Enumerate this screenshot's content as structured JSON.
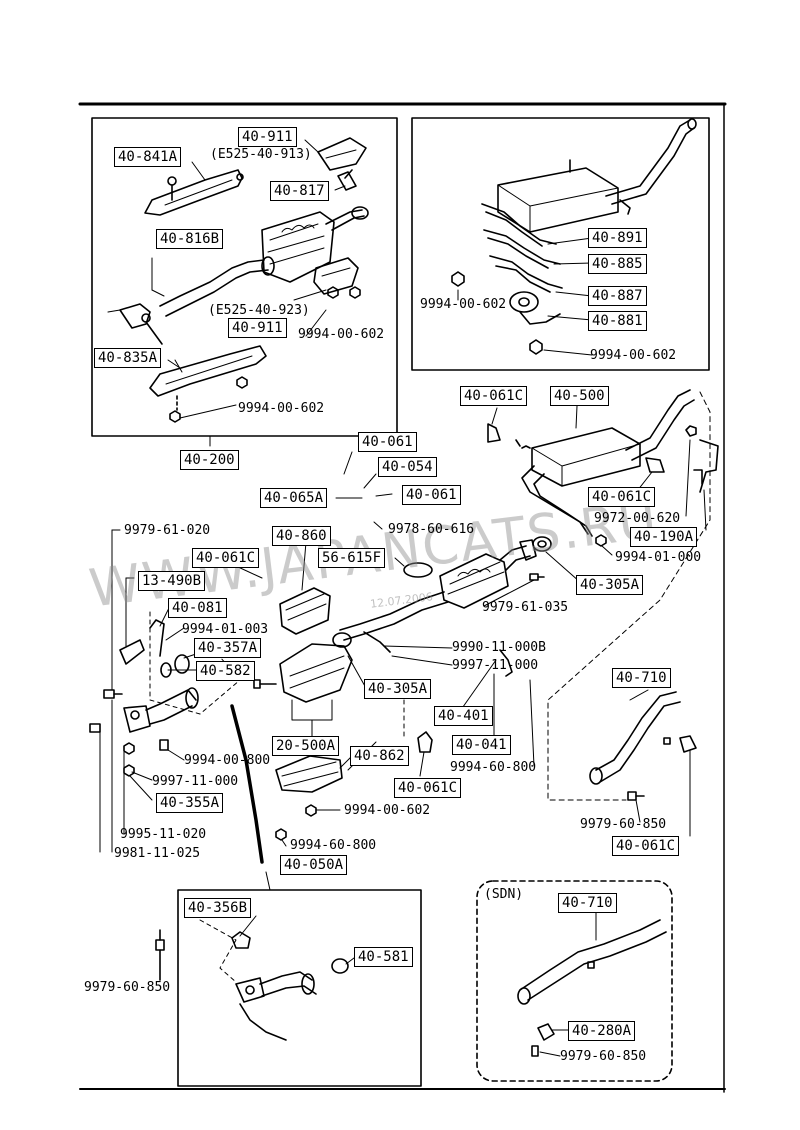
{
  "watermark": {
    "text": "WWW.JAPANCATS.RU",
    "date": "12.07.2006"
  },
  "labels": {
    "p_40_911_top": "40-911",
    "p_e525_913": "(E525-40-913)",
    "p_40_841a": "40-841A",
    "p_40_817": "40-817",
    "p_40_816b": "40-816B",
    "p_e525_923": "(E525-40-923)",
    "p_40_911_bot": "40-911",
    "p_9994_602_a": "9994-00-602",
    "p_40_835a": "40-835A",
    "p_9994_602_b": "9994-00-602",
    "p_40_200": "40-200",
    "p_40_891": "40-891",
    "p_40_885": "40-885",
    "p_40_887": "40-887",
    "p_40_881": "40-881",
    "p_9994_602_c": "9994-00-602",
    "p_9994_602_d": "9994-00-602",
    "p_40_061c_a": "40-061C",
    "p_40_500": "40-500",
    "p_40_061_a": "40-061",
    "p_40_054": "40-054",
    "p_40_065a": "40-065A",
    "p_40_061_b": "40-061",
    "p_9978_616": "9978-60-616",
    "p_40_061c_b": "40-061C",
    "p_9972_620": "9972-00-620",
    "p_40_190a": "40-190A",
    "p_9994_01_000": "9994-01-000",
    "p_9979_61_020": "9979-61-020",
    "p_40_860": "40-860",
    "p_40_061c_c": "40-061C",
    "p_56_615f": "56-615F",
    "p_40_305a_a": "40-305A",
    "p_13_490b": "13-490B",
    "p_9979_61_035": "9979-61-035",
    "p_40_081": "40-081",
    "p_9994_01_003": "9994-01-003",
    "p_40_357a": "40-357A",
    "p_40_582": "40-582",
    "p_9990_11_000b": "9990-11-000B",
    "p_9997_11_000_a": "9997-11-000",
    "p_40_305a_b": "40-305A",
    "p_40_710_a": "40-710",
    "p_40_401": "40-401",
    "p_20_500a": "20-500A",
    "p_40_041": "40-041",
    "p_9994_00_800": "9994-00-800",
    "p_40_862": "40-862",
    "p_9994_60_800_a": "9994-60-800",
    "p_40_061c_d": "40-061C",
    "p_9997_11_000_b": "9997-11-000",
    "p_40_355a": "40-355A",
    "p_9994_602_e": "9994-00-602",
    "p_9979_60_850_a": "9979-60-850",
    "p_9995_11_020": "9995-11-020",
    "p_40_061c_e": "40-061C",
    "p_9981_11_025": "9981-11-025",
    "p_9994_60_800_b": "9994-60-800",
    "p_40_050a": "40-050A",
    "p_sdn": "(SDN)",
    "p_40_356b": "40-356B",
    "p_40_710_b": "40-710",
    "p_40_581": "40-581",
    "p_9979_60_850_b": "9979-60-850",
    "p_40_280a": "40-280A",
    "p_9979_60_850_c": "9979-60-850"
  }
}
